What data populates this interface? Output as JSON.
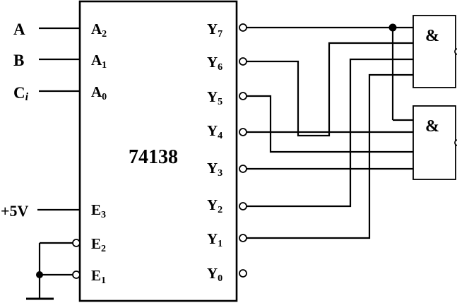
{
  "chip": {
    "name": "74138"
  },
  "external_inputs": {
    "a": "A",
    "b": "B",
    "ci_main": "C",
    "ci_sub": "i",
    "supply": "+5V"
  },
  "pins": {
    "a2": {
      "main": "A",
      "sub": "2"
    },
    "a1": {
      "main": "A",
      "sub": "1"
    },
    "a0": {
      "main": "A",
      "sub": "0"
    },
    "e3": {
      "main": "E",
      "sub": "3"
    },
    "e2": {
      "main": "E",
      "sub": "2"
    },
    "e1": {
      "main": "E",
      "sub": "1"
    },
    "y7": {
      "main": "Y",
      "sub": "7"
    },
    "y6": {
      "main": "Y",
      "sub": "6"
    },
    "y5": {
      "main": "Y",
      "sub": "5"
    },
    "y4": {
      "main": "Y",
      "sub": "4"
    },
    "y3": {
      "main": "Y",
      "sub": "3"
    },
    "y2": {
      "main": "Y",
      "sub": "2"
    },
    "y1": {
      "main": "Y",
      "sub": "1"
    },
    "y0": {
      "main": "Y",
      "sub": "0"
    }
  },
  "gates": {
    "upper": {
      "symbol": "&"
    },
    "lower": {
      "symbol": "&"
    }
  }
}
